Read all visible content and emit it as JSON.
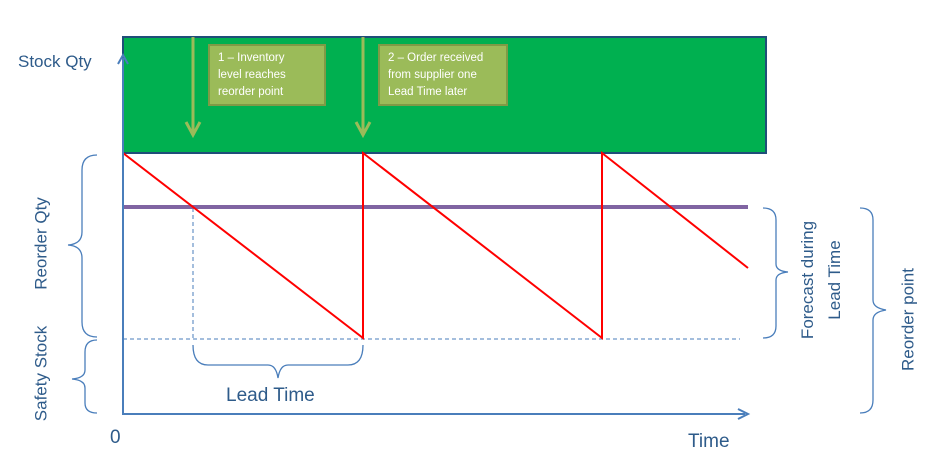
{
  "labels": {
    "stock_qty": "Stock Qty",
    "reorder_qty": "Reorder Qty",
    "safety_stock": "Safety Stock",
    "lead_time": "Lead Time",
    "zero": "0",
    "time": "Time",
    "forecast_line1": "Forecast during",
    "forecast_line2": "Lead Time",
    "reorder_point": "Reorder point"
  },
  "notes": [
    {
      "lines": [
        "1 – Inventory",
        "level reaches",
        "reorder point"
      ]
    },
    {
      "lines": [
        "2 – Order received",
        "from supplier one",
        "Lead Time later"
      ]
    }
  ],
  "colors": {
    "axis": "#4a7ebb",
    "green_band": "#00b050",
    "green_border": "#1f4e79",
    "sawtooth": "#ff0000",
    "reorder_line": "#8064a2",
    "note_fill": "#9bbb59",
    "text": "#2e5b8a",
    "arrow": "#9bbb59"
  }
}
